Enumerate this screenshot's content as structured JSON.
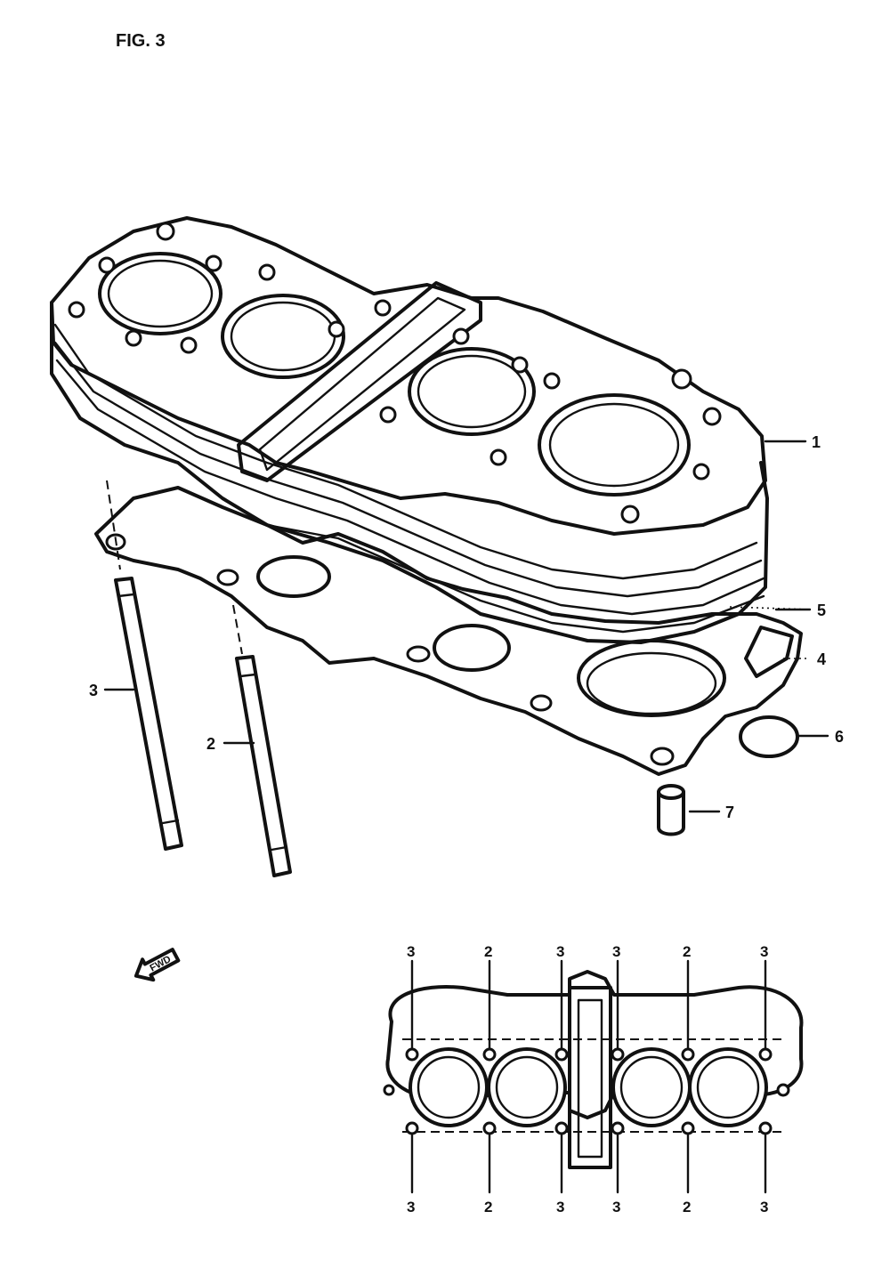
{
  "figure": {
    "title": "FIG. 3"
  },
  "front_marker": {
    "text": "FWD"
  },
  "callouts_main": [
    {
      "id": "1",
      "text": "1"
    },
    {
      "id": "5",
      "text": "5"
    },
    {
      "id": "4",
      "text": "4"
    },
    {
      "id": "3",
      "text": "3"
    },
    {
      "id": "2",
      "text": "2"
    },
    {
      "id": "6",
      "text": "6"
    },
    {
      "id": "7",
      "text": "7"
    }
  ],
  "bolt_pattern": {
    "top_labels": [
      "3",
      "2",
      "3",
      "3",
      "2",
      "3"
    ],
    "bottom_labels": [
      "3",
      "2",
      "3",
      "3",
      "2",
      "3"
    ]
  }
}
